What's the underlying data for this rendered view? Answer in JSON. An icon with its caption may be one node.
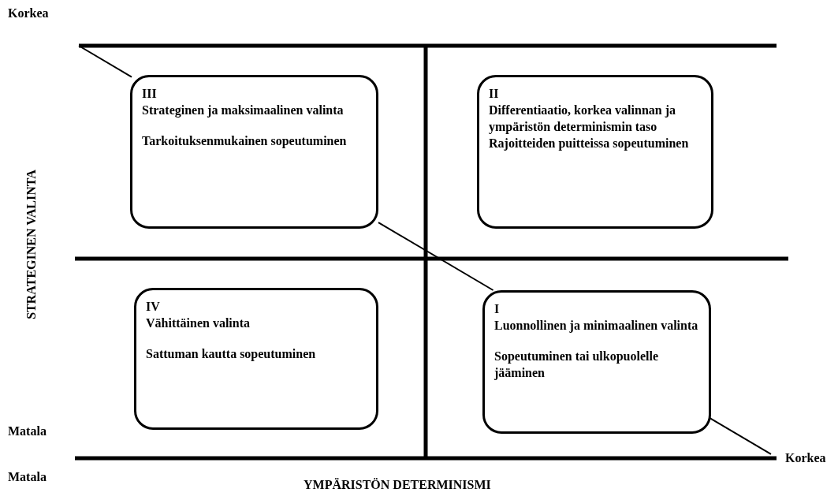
{
  "diagram": {
    "nodes": [
      {
        "text": [
          "III",
          "Strateginen ja maksimaalinen valinta",
          "Tarkoituksenmukainen sopeutuminen"
        ]
      },
      {
        "text": [
          "II",
          "Differentiaatio, korkea valinnan ja ympäristön determinismin taso",
          "Rajoitteiden puitteissa sopeutuminen"
        ]
      },
      {
        "text": [
          "IV",
          "Vähittäinen valinta",
          "Sattuman kautta sopeutuminen"
        ]
      },
      {
        "text": [
          "I",
          "Luonnollinen ja minimaalinen valinta",
          "Sopeutuminen tai ulkopuolelle jääminen"
        ]
      }
    ],
    "edges": [
      {
        "from": null,
        "to": 0,
        "arrow": "none"
      },
      {
        "from": 0,
        "to": 3,
        "arrow": "none"
      },
      {
        "from": 3,
        "to": null,
        "arrow": "none"
      }
    ],
    "labels": [
      "Korkea",
      "STRATEGINEN VALINTA",
      "Matala",
      "Korkea",
      "Matala",
      "YMPÄRISTÖN DETERMINISMI"
    ]
  }
}
